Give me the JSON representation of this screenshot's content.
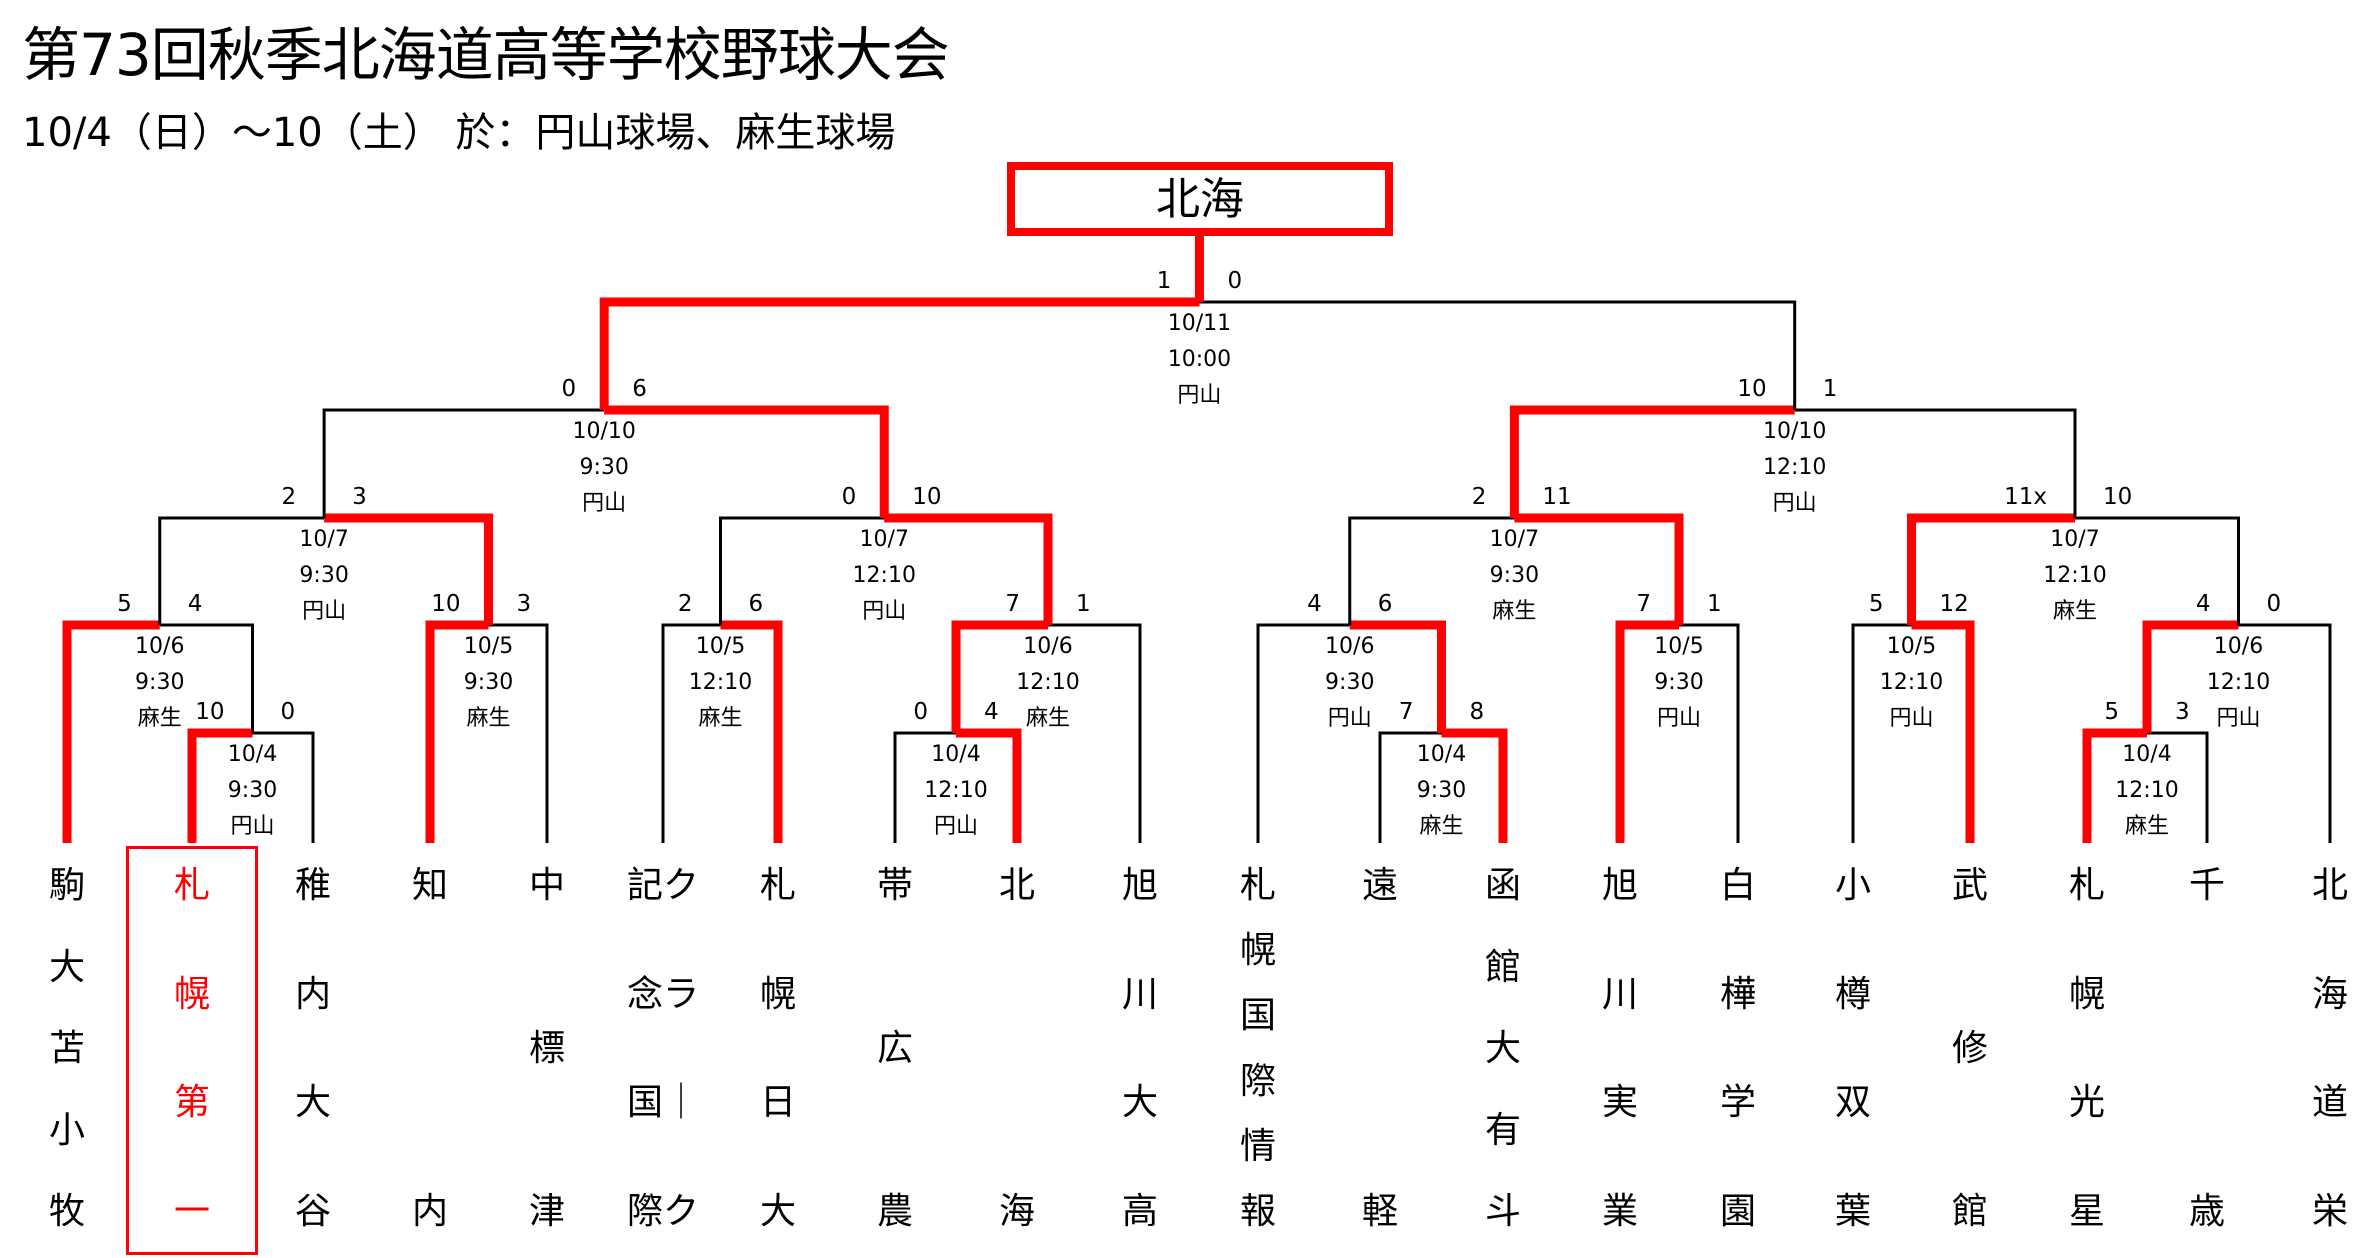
{
  "title": "第73回秋季北海道高等学校野球大会",
  "subtitle": "10/4（日）～10（土） 於：円山球場、麻生球場",
  "champion": "北海",
  "colors": {
    "winner_path": "#ff0000",
    "line": "#000000",
    "text": "#000000"
  },
  "teams": [
    {
      "name": [
        "駒",
        "大",
        "苫",
        "小",
        "牧"
      ]
    },
    {
      "name": [
        "札",
        "幌",
        "第",
        "一"
      ],
      "highlight": true
    },
    {
      "name": [
        "稚",
        "内",
        "大",
        "谷"
      ]
    },
    {
      "name": [
        "知",
        "内"
      ]
    },
    {
      "name": [
        "中",
        "標",
        "津"
      ]
    },
    {
      "name": [
        "記ク",
        "念ラ",
        "国｜",
        "際ク"
      ]
    },
    {
      "name": [
        "札",
        "幌",
        "日",
        "大"
      ]
    },
    {
      "name": [
        "帯",
        "広",
        "農"
      ]
    },
    {
      "name": [
        "北",
        "海"
      ]
    },
    {
      "name": [
        "旭",
        "川",
        "大",
        "高"
      ]
    },
    {
      "name": [
        "札",
        "幌",
        "国",
        "際",
        "情",
        "報"
      ]
    },
    {
      "name": [
        "遠",
        "軽"
      ]
    },
    {
      "name": [
        "函",
        "館",
        "大",
        "有",
        "斗"
      ]
    },
    {
      "name": [
        "旭",
        "川",
        "実",
        "業"
      ]
    },
    {
      "name": [
        "白",
        "樺",
        "学",
        "園"
      ]
    },
    {
      "name": [
        "小",
        "樽",
        "双",
        "葉"
      ]
    },
    {
      "name": [
        "武",
        "修",
        "館"
      ]
    },
    {
      "name": [
        "札",
        "幌",
        "光",
        "星"
      ]
    },
    {
      "name": [
        "千",
        "歳"
      ]
    },
    {
      "name": [
        "北",
        "海",
        "道",
        "栄"
      ]
    }
  ],
  "games": [
    {
      "id": "r1a",
      "scoreL": "10",
      "scoreR": "0",
      "date": "10/4",
      "time": "9:30",
      "venue": "円山"
    },
    {
      "id": "r1b",
      "scoreL": "0",
      "scoreR": "4",
      "date": "10/4",
      "time": "12:10",
      "venue": "円山"
    },
    {
      "id": "r1c",
      "scoreL": "7",
      "scoreR": "8",
      "date": "10/4",
      "time": "9:30",
      "venue": "麻生"
    },
    {
      "id": "r1d",
      "scoreL": "5",
      "scoreR": "3",
      "date": "10/4",
      "time": "12:10",
      "venue": "麻生"
    },
    {
      "id": "r2a",
      "scoreL": "5",
      "scoreR": "4",
      "date": "10/6",
      "time": "9:30",
      "venue": "麻生"
    },
    {
      "id": "r2b",
      "scoreL": "10",
      "scoreR": "3",
      "date": "10/5",
      "time": "9:30",
      "venue": "麻生"
    },
    {
      "id": "r2c",
      "scoreL": "2",
      "scoreR": "6",
      "date": "10/5",
      "time": "12:10",
      "venue": "麻生"
    },
    {
      "id": "r2d",
      "scoreL": "7",
      "scoreR": "1",
      "date": "10/6",
      "time": "12:10",
      "venue": "麻生"
    },
    {
      "id": "r2e",
      "scoreL": "4",
      "scoreR": "6",
      "date": "10/6",
      "time": "9:30",
      "venue": "円山"
    },
    {
      "id": "r2f",
      "scoreL": "7",
      "scoreR": "1",
      "date": "10/5",
      "time": "9:30",
      "venue": "円山"
    },
    {
      "id": "r2g",
      "scoreL": "5",
      "scoreR": "12",
      "date": "10/5",
      "time": "12:10",
      "venue": "円山"
    },
    {
      "id": "r2h",
      "scoreL": "4",
      "scoreR": "0",
      "date": "10/6",
      "time": "12:10",
      "venue": "円山"
    },
    {
      "id": "qfa",
      "scoreL": "2",
      "scoreR": "3",
      "date": "10/7",
      "time": "9:30",
      "venue": "円山"
    },
    {
      "id": "qfb",
      "scoreL": "0",
      "scoreR": "10",
      "date": "10/7",
      "time": "12:10",
      "venue": "円山"
    },
    {
      "id": "qfc",
      "scoreL": "2",
      "scoreR": "11",
      "date": "10/7",
      "time": "9:30",
      "venue": "麻生"
    },
    {
      "id": "qfd",
      "scoreL": "11x",
      "scoreR": "10",
      "date": "10/7",
      "time": "12:10",
      "venue": "麻生"
    },
    {
      "id": "sfa",
      "scoreL": "0",
      "scoreR": "6",
      "date": "10/10",
      "time": "9:30",
      "venue": "円山"
    },
    {
      "id": "sfb",
      "scoreL": "10",
      "scoreR": "1",
      "date": "10/10",
      "time": "12:10",
      "venue": "円山"
    },
    {
      "id": "final",
      "scoreL": "1",
      "scoreR": "0",
      "date": "10/11",
      "time": "10:00",
      "venue": "円山"
    }
  ]
}
